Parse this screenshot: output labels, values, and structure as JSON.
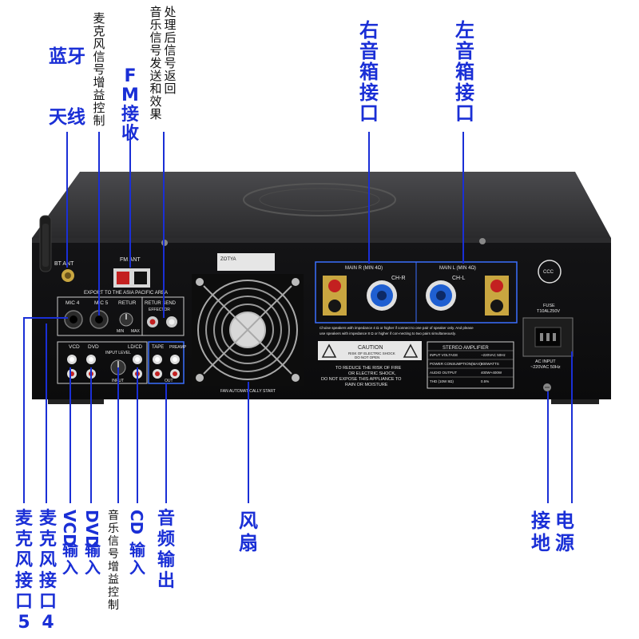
{
  "callouts": {
    "bt_antenna": "蓝牙天线",
    "mic_gain": "麦克风信号增益控制",
    "fm_input": "FM接收",
    "effect_return": "处理后信号返回",
    "effect_send": "音乐信号发送和效果",
    "right_speaker": "右音箱接口",
    "left_speaker": "左音箱接口",
    "mic5": "麦克风接口5",
    "mic4": "麦克风接口4",
    "vcd_in": "VCD输入",
    "dvd_in": "DVD输入",
    "music_gain": "音乐信号增益控制",
    "cd_in": "CD输入",
    "audio_out": "音频输出",
    "fan": "风扇",
    "ground": "接地",
    "power": "电源"
  },
  "panel": {
    "bt_ant": "BT ANT",
    "fm_ant": "FM ANT",
    "export_banner": "EXPORT TO THE ASIA PACIFIC AREA",
    "mic4": "MIC 4",
    "mic5": "MIC 5",
    "return": "RETUR",
    "return_send": "RETUR SEND",
    "effector": "EFFECTOR",
    "min": "MIN",
    "max": "MAX",
    "vcd": "VCD",
    "dvd": "DVD",
    "input_level": "INPUT LEVEL",
    "ld_cd": "LD/CD",
    "tape": "TAPE",
    "preamp": "PREAMP",
    "input": "INPUT",
    "out": "OUT",
    "brand": "ZOTYA",
    "fan_text": "FAN AUTOMATICALLY START",
    "main_r": "MAIN R (MIN 4Ω)",
    "main_l": "MAIN L (MIN 4Ω)",
    "ch_r": "CH-R",
    "ch_l": "CH-L",
    "speaker_note_1": "Choise speakers with impedance 4 Ω or higher if connect to one pair of speaker only. And please",
    "speaker_note_2": "use speakers with impedance 8 Ω or higher if con-necting to two pairs simultaneously.",
    "caution": "CAUTION",
    "caution_sub_1": "RISK OF ELECTRIC SHOCK",
    "caution_sub_2": "DO NOT OPEN",
    "caution_body_1": "TO REDUCE THE RISK OF FIRE",
    "caution_body_2": "OR ELECTRIC SHOCK,",
    "caution_body_3": "DO NOT EXPOSE THIS APPLIANCE TO",
    "caution_body_4": "RAIN OR MOISTURE",
    "spec_title": "STEREO AMPLIFIER",
    "spec_rows": [
      {
        "label": "INPUT VOLTAGE",
        "value": "~220VAC 50Hz"
      },
      {
        "label": "POWER CONSUMPTION(MAX)",
        "value": "800WATTS"
      },
      {
        "label": "AUDIO OUTPUT",
        "value": "400W+400W"
      },
      {
        "label": "THD (10W 8Ω)",
        "value": "0.5%"
      }
    ],
    "ccc": "CCC",
    "fuse_1": "FUSE",
    "fuse_2": "T10AL250V",
    "ac_1": "AC INPUT",
    "ac_2": "~220VAC 50Hz"
  }
}
